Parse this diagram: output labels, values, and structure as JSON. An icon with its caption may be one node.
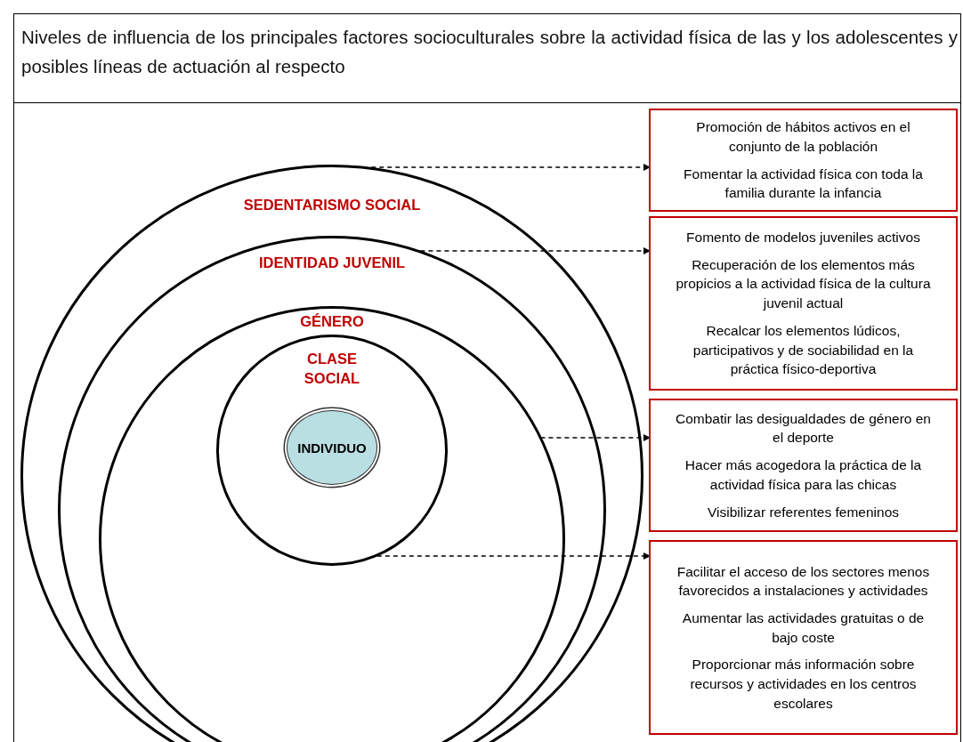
{
  "diagram": {
    "title": "Niveles de influencia de los principales factores socioculturales sobre la actividad física de las y los adolescentes y posibles líneas de actuación al respecto",
    "nodes": [
      {
        "text": [
          "SEDENTARISMO SOCIAL"
        ]
      },
      {
        "text": [
          "IDENTIDAD JUVENIL"
        ],
        "in": 0
      },
      {
        "text": [
          "GÉNERO"
        ],
        "in": 1
      },
      {
        "text": [
          "CLASE SOCIAL"
        ],
        "in": 2
      },
      {
        "text": [
          "INDIVIDUO"
        ],
        "in": 3
      },
      {
        "text": [
          "Promoción de hábitos activos en el conjunto de la población",
          "Fomentar la actividad física con toda la familia durante la infancia"
        ]
      },
      {
        "text": [
          "Fomento de modelos juveniles activos",
          "Recuperación de los elementos más propicios a la actividad física de la cultura juvenil actual",
          "Recalcar los elementos lúdicos, participativos y de sociabilidad en la práctica físico-deportiva"
        ]
      },
      {
        "text": [
          "Combatir las desigualdades de género en el deporte",
          "Hacer más acogedora la práctica de la actividad física para las chicas",
          "Visibilizar referentes femeninos"
        ]
      },
      {
        "text": [
          "Facilitar el acceso de los sectores menos favorecidos a instalaciones y actividades",
          "Aumentar las actividades gratuitas o de bajo coste",
          "Proporcionar más información sobre recursos y actividades en los centros escolares"
        ]
      }
    ],
    "edges": [
      {
        "from": 0,
        "to": 5,
        "arrow": "to",
        "style": "dashed"
      },
      {
        "from": 1,
        "to": 6,
        "arrow": "to",
        "style": "dashed"
      },
      {
        "from": 2,
        "to": 7,
        "arrow": "to",
        "style": "dashed"
      },
      {
        "from": 3,
        "to": 8,
        "arrow": "to",
        "style": "dashed"
      }
    ]
  }
}
